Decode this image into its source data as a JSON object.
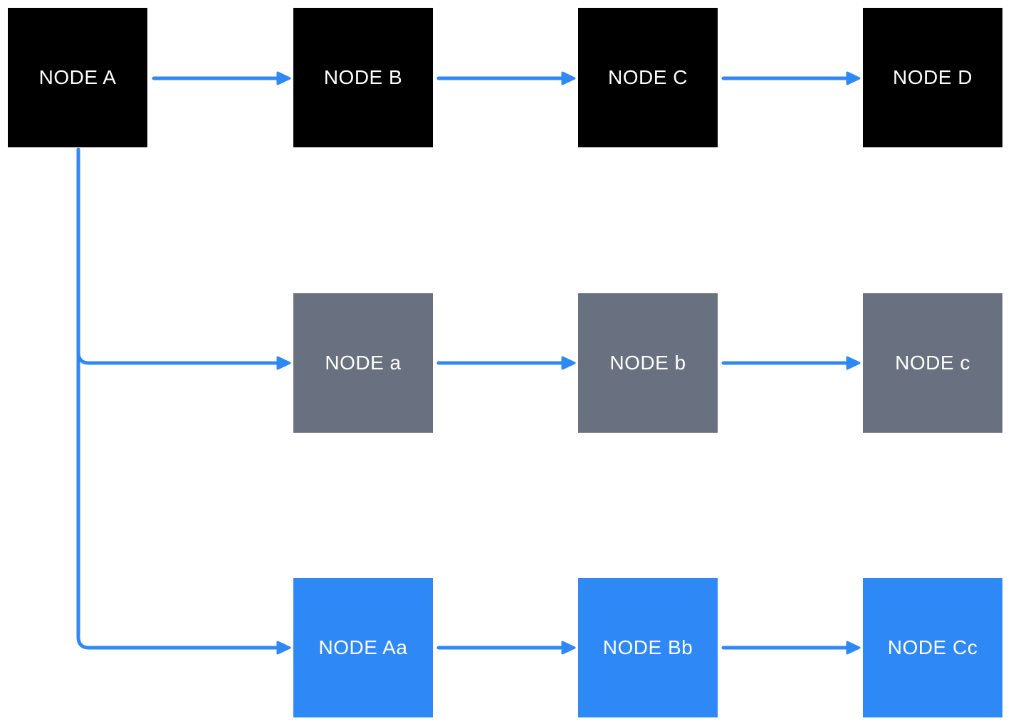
{
  "colors": {
    "background": "#ffffff",
    "node-black": "#000000",
    "node-gray": "#697180",
    "node-blue": "#2e89f7",
    "arrow": "#2e89f7",
    "node-text": "#ffffff"
  },
  "diagram": {
    "rows": [
      {
        "style": "black",
        "nodes": [
          {
            "label": "NODE A"
          },
          {
            "label": "NODE B"
          },
          {
            "label": "NODE C"
          },
          {
            "label": "NODE D"
          }
        ]
      },
      {
        "style": "gray",
        "nodes": [
          {
            "label": "NODE a"
          },
          {
            "label": "NODE b"
          },
          {
            "label": "NODE c"
          }
        ]
      },
      {
        "style": "blue",
        "nodes": [
          {
            "label": "NODE Aa"
          },
          {
            "label": "NODE Bb"
          },
          {
            "label": "NODE Cc"
          }
        ]
      }
    ],
    "edges": [
      {
        "from": "NODE A",
        "to": "NODE B"
      },
      {
        "from": "NODE B",
        "to": "NODE C"
      },
      {
        "from": "NODE C",
        "to": "NODE D"
      },
      {
        "from": "NODE A",
        "to": "NODE a"
      },
      {
        "from": "NODE a",
        "to": "NODE b"
      },
      {
        "from": "NODE b",
        "to": "NODE c"
      },
      {
        "from": "NODE A",
        "to": "NODE Aa"
      },
      {
        "from": "NODE Aa",
        "to": "NODE Bb"
      },
      {
        "from": "NODE Bb",
        "to": "NODE Cc"
      }
    ]
  }
}
